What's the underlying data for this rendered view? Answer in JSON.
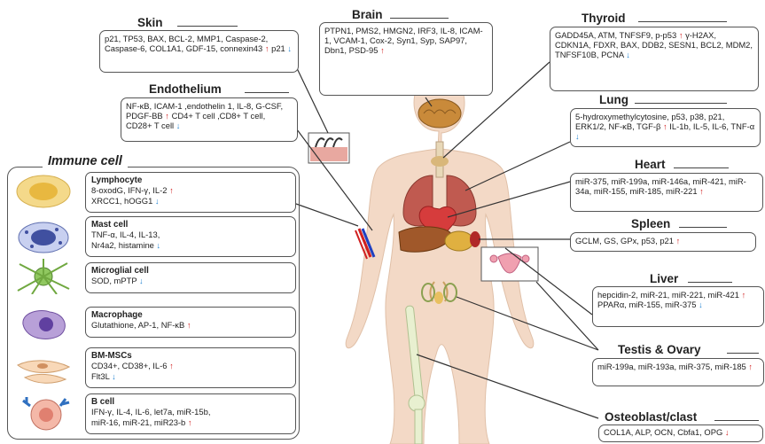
{
  "skin": {
    "title": "Skin",
    "text": "p21, TP53, BAX, BCL-2, MMP1, Caspase-2, Caspase-6, COL1A1, GDF-15, connexin43",
    "a1": "↑",
    "t2": " p21",
    "a2": "↓"
  },
  "endothelium": {
    "title": "Endothelium",
    "text": "NF-κB, ICAM-1 ,endothelin 1, IL-8, G-CSF, PDGF-BB",
    "a1": "↑",
    "t2": "CD4+ T cell ,CD8+ T cell, CD28+ T cell",
    "a2": "↓"
  },
  "brain": {
    "title": "Brain",
    "text": "PTPN1, PMS2, HMGN2, IRF3, IL-8, ICAM-1, VCAM-1, Cox-2, Syn1, Syp, SAP97, Dbn1, PSD-95",
    "a1": "↑"
  },
  "thyroid": {
    "title": "Thyroid",
    "text": "GADD45A, ATM, TNFSF9, p-p53",
    "a1": "↑",
    "t2": "γ-H2AX, CDKN1A, FDXR, BAX, DDB2, SESN1, BCL2, MDM2, TNFSF10B, PCNA",
    "a2": "↓"
  },
  "lung": {
    "title": "Lung",
    "text": "5-hydroxymethylcytosine, p53, p38, p21, ERK1/2, NF-κB, TGF-β",
    "a1": "↑",
    "t2": "IL-1b, IL-5, IL-6, TNF-α",
    "a2": "↓"
  },
  "heart": {
    "title": "Heart",
    "text": "miR-375, miR-199a, miR-146a, miR-421, miR-34a, miR-155, miR-185, miR-221",
    "a1": "↑"
  },
  "spleen": {
    "title": "Spleen",
    "text": "GCLM, GS, GPx, p53, p21",
    "a1": "↑"
  },
  "liver": {
    "title": "Liver",
    "text": "hepcidin-2, miR-21, miR-221, miR-421",
    "a1": "↑",
    "t2": "PPARα, miR-155, miR-375",
    "a2": "↓"
  },
  "testis": {
    "title": "Testis & Ovary",
    "text": "miR-199a, miR-193a, miR-375, miR-185",
    "a1": "↑"
  },
  "osteo": {
    "title": "Osteoblast/clast",
    "text": "COL1A, ALP, OCN, Cbfa1, OPG",
    "a1": "↓"
  },
  "immune": {
    "title": "Immune cell",
    "cells": [
      {
        "name": "Lymphocyte",
        "l1": "8-oxodG, IFN-γ, IL-2",
        "a1": "↑",
        "l2": "XRCC1, hOGG1",
        "a2": "↓"
      },
      {
        "name": "Mast cell",
        "l1": "TNF-α, IL-4, IL-13,",
        "a1": "",
        "l2": "Nr4a2, histamine",
        "a2": "↓"
      },
      {
        "name": "Microglial cell",
        "l1": "SOD, mPTP",
        "a1": "↓",
        "l2": "",
        "a2": ""
      },
      {
        "name": "Macrophage",
        "l1": "Glutathione, AP-1, NF-κB",
        "a1": "↑",
        "l2": "",
        "a2": ""
      },
      {
        "name": "BM-MSCs",
        "l1": "CD34+, CD38+, IL-6",
        "a1": "↑",
        "l2": "Flt3L",
        "a2": "↓"
      },
      {
        "name": "B cell",
        "l1": "IFN-γ, IL-4, IL-6, let7a, miR-15b,",
        "a1": "",
        "l2": "miR-16, miR-21, miR23-b",
        "a2": "↑"
      }
    ]
  },
  "colors": {
    "up": "#d01818",
    "down": "#1a7fd0",
    "skin_body": "#f3d9c6",
    "outline": "#555555"
  }
}
